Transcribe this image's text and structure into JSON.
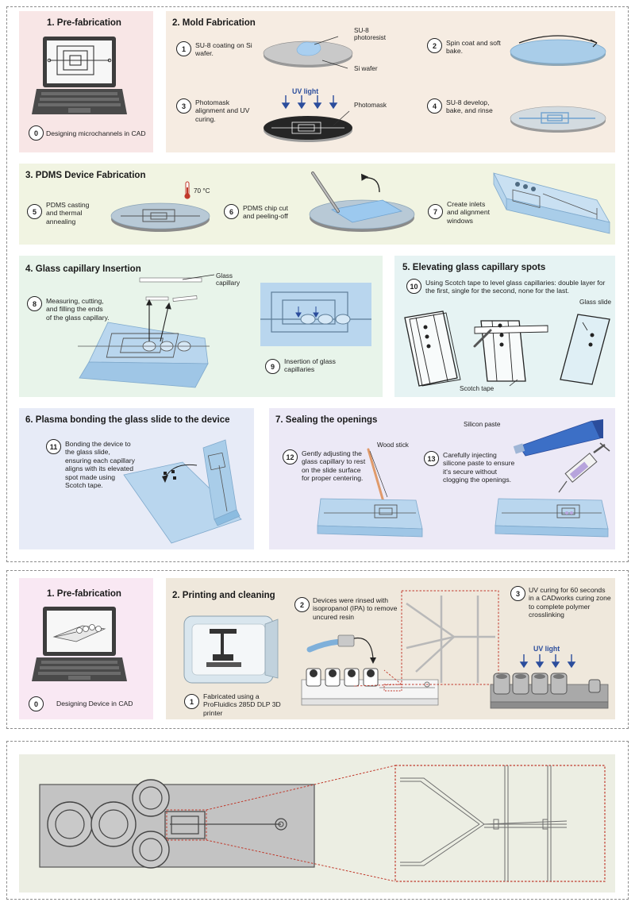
{
  "colors": {
    "pink_panel": "#f8e6e6",
    "beige_panel": "#f6ece2",
    "green_panel": "#f1f4e2",
    "mint_panel": "#e8f4ea",
    "cyan_panel": "#e6f3f3",
    "lavender_panel": "#e7ebf7",
    "purple_panel": "#ece9f6",
    "magenta_panel": "#f9e8f3",
    "tan_panel": "#efe8dc",
    "gray_panel": "#eceee3",
    "pdms_blue": "#b9d6ee",
    "uv_blue": "#2b4d9c",
    "zoom_red": "#c0392b"
  },
  "icons": [
    "laptop-icon",
    "thermometer-icon",
    "uv-arrow-icon",
    "printer-icon",
    "syringe-icon",
    "paste-tube-icon",
    "wood-stick-icon",
    "nozzle-icon"
  ],
  "section1": {
    "prefab": {
      "title": "1. Pre-fabrication",
      "step": "0",
      "text": "Designing microchannels in CAD"
    },
    "mold": {
      "title": "2. Mold Fabrication",
      "s1": {
        "num": "1",
        "text": "SU-8 coating on Si wafer.",
        "label_su8": "SU-8\nphotoresist",
        "label_si": "Si wafer"
      },
      "s2": {
        "num": "2",
        "text": "Spin coat and soft bake."
      },
      "s3": {
        "num": "3",
        "text": "Photomask alignment and UV curing.",
        "uv": "UV light",
        "label_mask": "Photomask"
      },
      "s4": {
        "num": "4",
        "text": "SU-8 develop, bake, and rinse"
      }
    },
    "pdms": {
      "title": "3. PDMS Device Fabrication",
      "s5": {
        "num": "5",
        "text": "PDMS casting and thermal annealing",
        "temp": "70 °C"
      },
      "s6": {
        "num": "6",
        "text": "PDMS chip cut and peeling-off"
      },
      "s7": {
        "num": "7",
        "text": "Create inlets and alignment windows"
      }
    },
    "capillary": {
      "title": "4. Glass capillary Insertion",
      "label_glass": "Glass\ncapillary",
      "s8": {
        "num": "8",
        "text": "Measuring, cutting, and filling the ends of the glass capillary."
      },
      "s9": {
        "num": "9",
        "text": "Insertion of glass capillaries"
      }
    },
    "elevating": {
      "title": "5. Elevating glass capillary spots",
      "s10": {
        "num": "10",
        "text": "Using Scotch tape to level glass capillaries: double layer for the first, single for the second, none for the last."
      },
      "label_slide": "Glass slide",
      "label_tape": "Scotch tape"
    },
    "plasma": {
      "title": "6. Plasma bonding the glass slide to the device",
      "s11": {
        "num": "11",
        "text": "Bonding the device to the glass slide, ensuring each capillary aligns with its elevated spot made using Scotch tape."
      }
    },
    "sealing": {
      "title": "7. Sealing the openings",
      "s12": {
        "num": "12",
        "text": "Gently adjusting the glass capillary to rest on the slide surface for proper centering.",
        "label": "Wood stick"
      },
      "s13": {
        "num": "13",
        "text": "Carefully injecting silicone paste to ensure it's secure without clogging the openings.",
        "label": "Silicon paste"
      }
    }
  },
  "section2": {
    "prefab": {
      "title": "1. Pre-fabrication",
      "step": "0",
      "text": "Designing Device in CAD"
    },
    "printing": {
      "title": "2. Printing and cleaning",
      "s1": {
        "num": "1",
        "text": "Fabricated using a ProFluidics 285D DLP 3D printer"
      },
      "s2": {
        "num": "2",
        "text": "Devices were rinsed with isopropanol (IPA) to remove uncured resin"
      },
      "s3": {
        "num": "3",
        "text": "UV curing for 60 seconds in a CADworks curing zone to complete polymer crosslinking",
        "uv": "UV light"
      }
    }
  }
}
